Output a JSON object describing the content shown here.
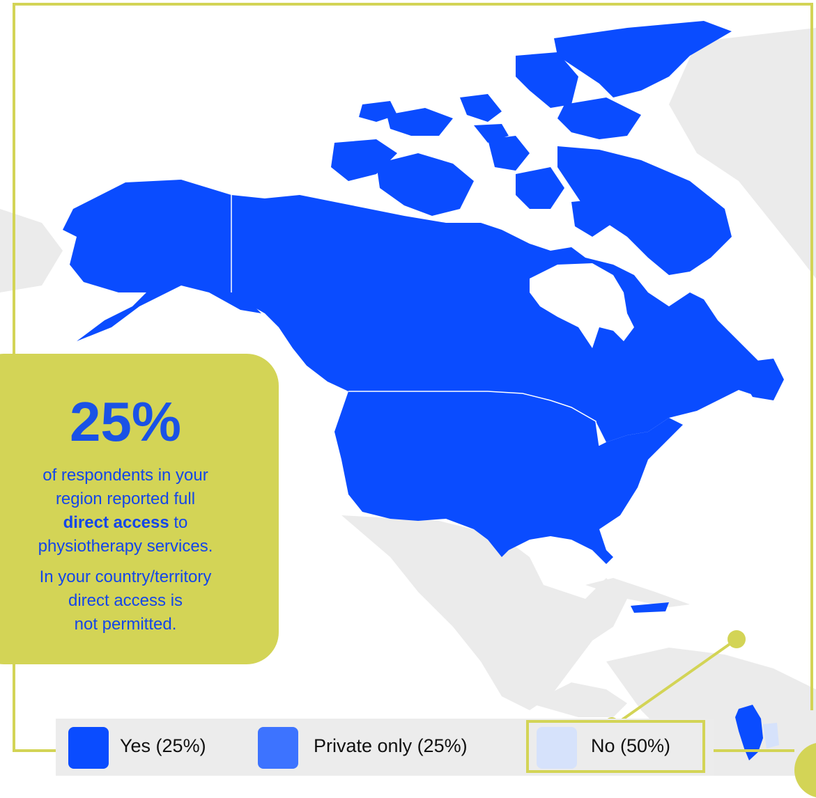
{
  "stat": {
    "value": "25%",
    "line1": "of respondents in your",
    "line2": "region reported full",
    "line3_bold": "direct access",
    "line3_rest": " to",
    "line4": "physiotherapy services.",
    "line5": "In your country/territory",
    "line6": "direct access is",
    "line7": "not permitted."
  },
  "legend": {
    "items": [
      {
        "label": "Yes (25%)",
        "color": "#0a4cff",
        "share_percent": 25
      },
      {
        "label": "Private only (25%)",
        "color": "#3d73ff",
        "share_percent": 25
      },
      {
        "label": "No (50%)",
        "color": "#d6e2fb",
        "share_percent": 50
      }
    ],
    "highlighted_item": "No (50%)"
  },
  "colors": {
    "accent": "#d3d456",
    "yes": "#0a4cff",
    "no": "#d6e2fb",
    "land_other": "#ebebeb",
    "stat_text": "#1446e8"
  },
  "map": {
    "region": "North America and Caribbean",
    "highlighted_country": "Guyana"
  }
}
